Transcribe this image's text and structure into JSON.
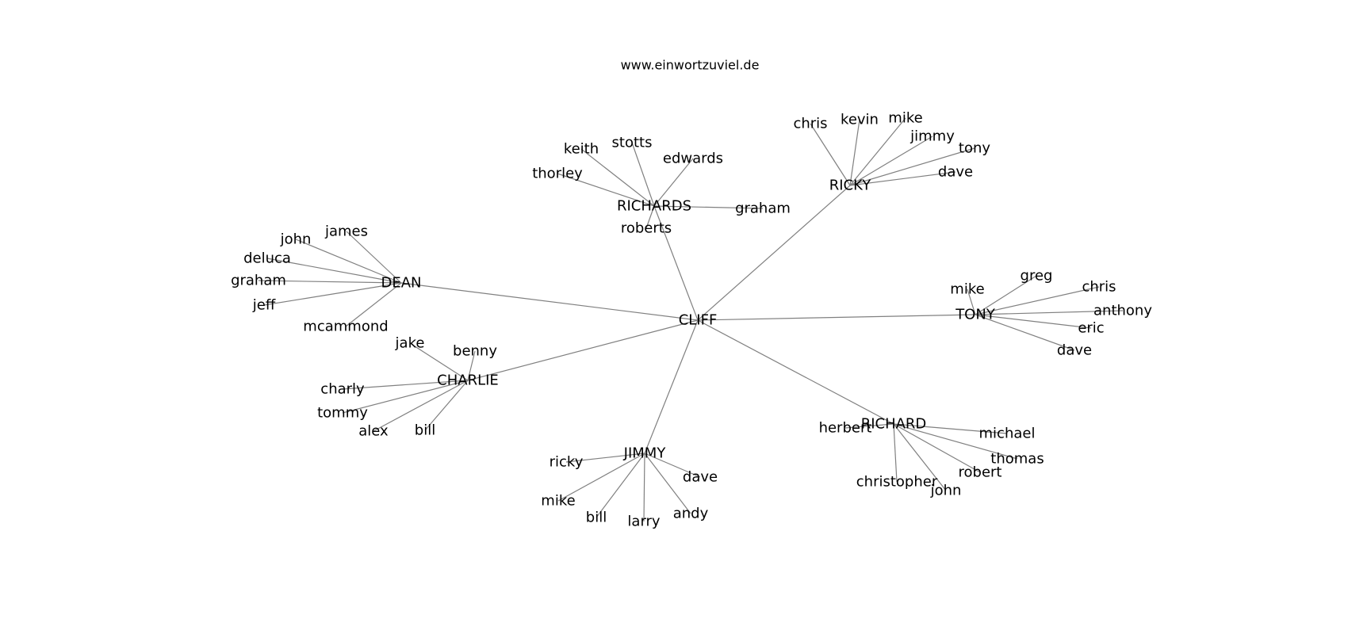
{
  "header": {
    "site": "www.einwortzuviel.de"
  },
  "nodes": [
    {
      "id": "CLIFF",
      "label": "CLIFF"
    },
    {
      "id": "RICHARDS",
      "label": "RICHARDS"
    },
    {
      "id": "RICKY",
      "label": "RICKY"
    },
    {
      "id": "DEAN",
      "label": "DEAN"
    },
    {
      "id": "TONY",
      "label": "TONY"
    },
    {
      "id": "CHARLIE",
      "label": "CHARLIE"
    },
    {
      "id": "RICHARD",
      "label": "RICHARD"
    },
    {
      "id": "JIMMY",
      "label": "JIMMY"
    },
    {
      "id": "richards_keith",
      "label": "keith"
    },
    {
      "id": "richards_stotts",
      "label": "stotts"
    },
    {
      "id": "richards_edwards",
      "label": "edwards"
    },
    {
      "id": "richards_thorley",
      "label": "thorley"
    },
    {
      "id": "richards_graham",
      "label": "graham"
    },
    {
      "id": "richards_roberts",
      "label": "roberts"
    },
    {
      "id": "ricky_chris",
      "label": "chris"
    },
    {
      "id": "ricky_kevin",
      "label": "kevin"
    },
    {
      "id": "ricky_mike",
      "label": "mike"
    },
    {
      "id": "ricky_jimmy",
      "label": "jimmy"
    },
    {
      "id": "ricky_tony",
      "label": "tony"
    },
    {
      "id": "ricky_dave",
      "label": "dave"
    },
    {
      "id": "dean_james",
      "label": "james"
    },
    {
      "id": "dean_john",
      "label": "john"
    },
    {
      "id": "dean_deluca",
      "label": "deluca"
    },
    {
      "id": "dean_graham",
      "label": "graham"
    },
    {
      "id": "dean_jeff",
      "label": "jeff"
    },
    {
      "id": "dean_mcammond",
      "label": "mcammond"
    },
    {
      "id": "tony_mike",
      "label": "mike"
    },
    {
      "id": "tony_greg",
      "label": "greg"
    },
    {
      "id": "tony_chris",
      "label": "chris"
    },
    {
      "id": "tony_anthony",
      "label": "anthony"
    },
    {
      "id": "tony_eric",
      "label": "eric"
    },
    {
      "id": "tony_dave",
      "label": "dave"
    },
    {
      "id": "charlie_jake",
      "label": "jake"
    },
    {
      "id": "charlie_benny",
      "label": "benny"
    },
    {
      "id": "charlie_charly",
      "label": "charly"
    },
    {
      "id": "charlie_tommy",
      "label": "tommy"
    },
    {
      "id": "charlie_alex",
      "label": "alex"
    },
    {
      "id": "charlie_bill",
      "label": "bill"
    },
    {
      "id": "richard_herbert",
      "label": "herbert"
    },
    {
      "id": "richard_michael",
      "label": "michael"
    },
    {
      "id": "richard_thomas",
      "label": "thomas"
    },
    {
      "id": "richard_robert",
      "label": "robert"
    },
    {
      "id": "richard_christopher",
      "label": "christopher"
    },
    {
      "id": "richard_john",
      "label": "john"
    },
    {
      "id": "jimmy_ricky",
      "label": "ricky"
    },
    {
      "id": "jimmy_dave",
      "label": "dave"
    },
    {
      "id": "jimmy_mike",
      "label": "mike"
    },
    {
      "id": "jimmy_bill",
      "label": "bill"
    },
    {
      "id": "jimmy_larry",
      "label": "larry"
    },
    {
      "id": "jimmy_andy",
      "label": "andy"
    }
  ],
  "edges": [
    [
      "CLIFF",
      "RICHARDS"
    ],
    [
      "CLIFF",
      "RICKY"
    ],
    [
      "CLIFF",
      "DEAN"
    ],
    [
      "CLIFF",
      "TONY"
    ],
    [
      "CLIFF",
      "CHARLIE"
    ],
    [
      "CLIFF",
      "RICHARD"
    ],
    [
      "CLIFF",
      "JIMMY"
    ],
    [
      "RICHARDS",
      "richards_keith"
    ],
    [
      "RICHARDS",
      "richards_stotts"
    ],
    [
      "RICHARDS",
      "richards_edwards"
    ],
    [
      "RICHARDS",
      "richards_thorley"
    ],
    [
      "RICHARDS",
      "richards_graham"
    ],
    [
      "RICHARDS",
      "richards_roberts"
    ],
    [
      "RICKY",
      "ricky_chris"
    ],
    [
      "RICKY",
      "ricky_kevin"
    ],
    [
      "RICKY",
      "ricky_mike"
    ],
    [
      "RICKY",
      "ricky_jimmy"
    ],
    [
      "RICKY",
      "ricky_tony"
    ],
    [
      "RICKY",
      "ricky_dave"
    ],
    [
      "DEAN",
      "dean_james"
    ],
    [
      "DEAN",
      "dean_john"
    ],
    [
      "DEAN",
      "dean_deluca"
    ],
    [
      "DEAN",
      "dean_graham"
    ],
    [
      "DEAN",
      "dean_jeff"
    ],
    [
      "DEAN",
      "dean_mcammond"
    ],
    [
      "TONY",
      "tony_mike"
    ],
    [
      "TONY",
      "tony_greg"
    ],
    [
      "TONY",
      "tony_chris"
    ],
    [
      "TONY",
      "tony_anthony"
    ],
    [
      "TONY",
      "tony_eric"
    ],
    [
      "TONY",
      "tony_dave"
    ],
    [
      "CHARLIE",
      "charlie_jake"
    ],
    [
      "CHARLIE",
      "charlie_benny"
    ],
    [
      "CHARLIE",
      "charlie_charly"
    ],
    [
      "CHARLIE",
      "charlie_tommy"
    ],
    [
      "CHARLIE",
      "charlie_alex"
    ],
    [
      "CHARLIE",
      "charlie_bill"
    ],
    [
      "RICHARD",
      "richard_herbert"
    ],
    [
      "RICHARD",
      "richard_michael"
    ],
    [
      "RICHARD",
      "richard_thomas"
    ],
    [
      "RICHARD",
      "richard_robert"
    ],
    [
      "RICHARD",
      "richard_christopher"
    ],
    [
      "RICHARD",
      "richard_john"
    ],
    [
      "JIMMY",
      "jimmy_ricky"
    ],
    [
      "JIMMY",
      "jimmy_dave"
    ],
    [
      "JIMMY",
      "jimmy_mike"
    ],
    [
      "JIMMY",
      "jimmy_bill"
    ],
    [
      "JIMMY",
      "jimmy_larry"
    ],
    [
      "JIMMY",
      "jimmy_andy"
    ]
  ],
  "colors": {
    "edge": "#808080",
    "text": "#000000",
    "background": "#ffffff"
  }
}
